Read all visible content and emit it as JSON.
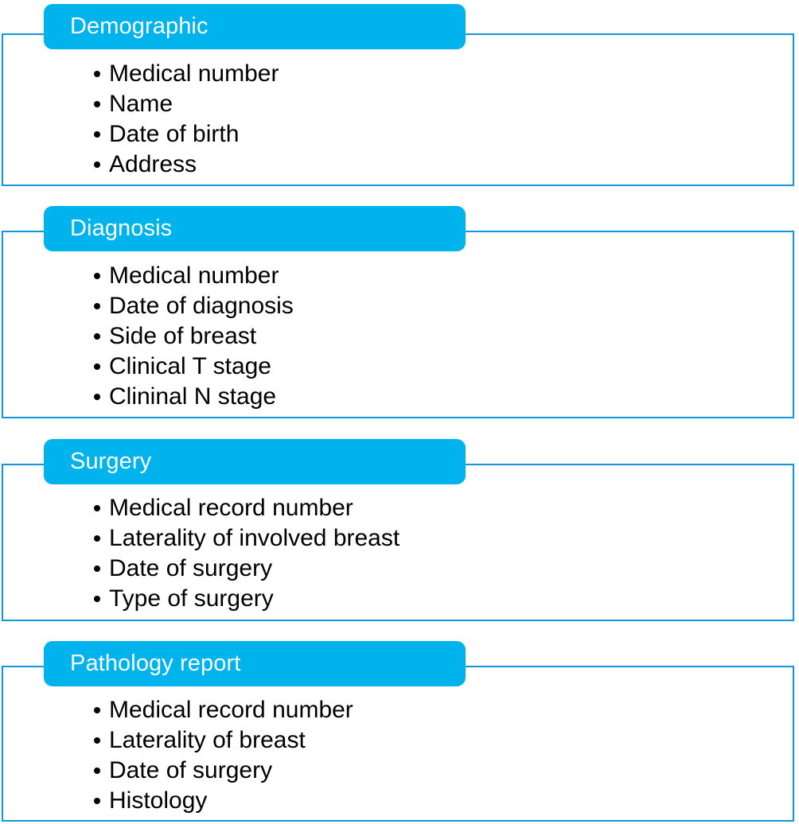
{
  "theme": {
    "tab_fill": "#00B3EC",
    "tab_text": "#FFFFFF",
    "frame_border": "#1496DB",
    "item_text": "#000000",
    "background": "#FFFFFF"
  },
  "sections": [
    {
      "title": "Demographic",
      "items": [
        "Medical number",
        "Name",
        "Date of birth",
        "Address"
      ]
    },
    {
      "title": "Diagnosis",
      "items": [
        "Medical number",
        "Date of diagnosis",
        "Side of breast",
        "Clinical T stage",
        "Clininal N stage"
      ]
    },
    {
      "title": "Surgery",
      "items": [
        "Medical record number",
        "Laterality of involved breast",
        "Date of surgery",
        "Type of surgery"
      ]
    },
    {
      "title": "Pathology report",
      "items": [
        "Medical record number",
        "Laterality of breast",
        "Date of surgery",
        "Histology"
      ]
    }
  ]
}
